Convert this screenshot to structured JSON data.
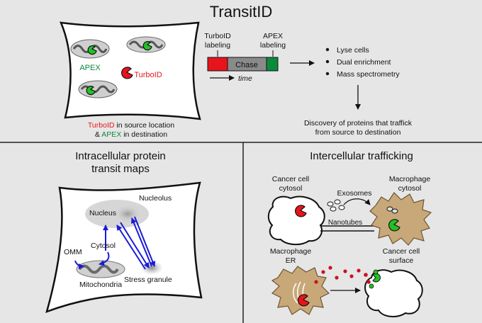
{
  "title": "TransitID",
  "top_panel": {
    "cell_labels": {
      "apex": "APEX",
      "turboid": "TurboID"
    },
    "caption_line1_red": "TurboID",
    "caption_line1_rest": " in source location",
    "caption_line2_prefix": "& ",
    "caption_line2_green": "APEX",
    "caption_line2_rest": " in destination",
    "timeline": {
      "turboid_label_line1": "TurboID",
      "turboid_label_line2": "labeling",
      "apex_label_line1": "APEX",
      "apex_label_line2": "labeling",
      "chase_label": "Chase",
      "time_label": "time"
    },
    "steps": [
      "Lyse cells",
      "Dual enrichment",
      "Mass spectrometry"
    ],
    "discovery_line1": "Discovery of proteins that traffick",
    "discovery_line2": "from source to destination"
  },
  "left_panel": {
    "title_line1": "Intracellular protein",
    "title_line2": "transit maps",
    "labels": {
      "nucleolus": "Nucleolus",
      "nucleus": "Nucleus",
      "cytosol": "Cytosol",
      "omm": "OMM",
      "mitochondria": "Mitochondria",
      "stress_granule": "Stress granule"
    }
  },
  "right_panel": {
    "title": "Intercellular trafficking",
    "labels": {
      "cancer_cytosol_line1": "Cancer cell",
      "cancer_cytosol_line2": "cytosol",
      "macrophage_cytosol_line1": "Macrophage",
      "macrophage_cytosol_line2": "cytosol",
      "exosomes": "Exosomes",
      "nanotubes": "Nanotubes",
      "macrophage_er_line1": "Macrophage",
      "macrophage_er_line2": "ER",
      "cancer_surface_line1": "Cancer cell",
      "cancer_surface_line2": "surface"
    }
  },
  "colors": {
    "turboid_red": "#e8141c",
    "apex_green": "#0b8a3e",
    "pacman_green": "#22c224",
    "arrow_blue": "#1a1ad6",
    "macrophage_tan": "#c8a878",
    "chase_gray": "#8a8a8a",
    "background": "#e6e6e6"
  }
}
